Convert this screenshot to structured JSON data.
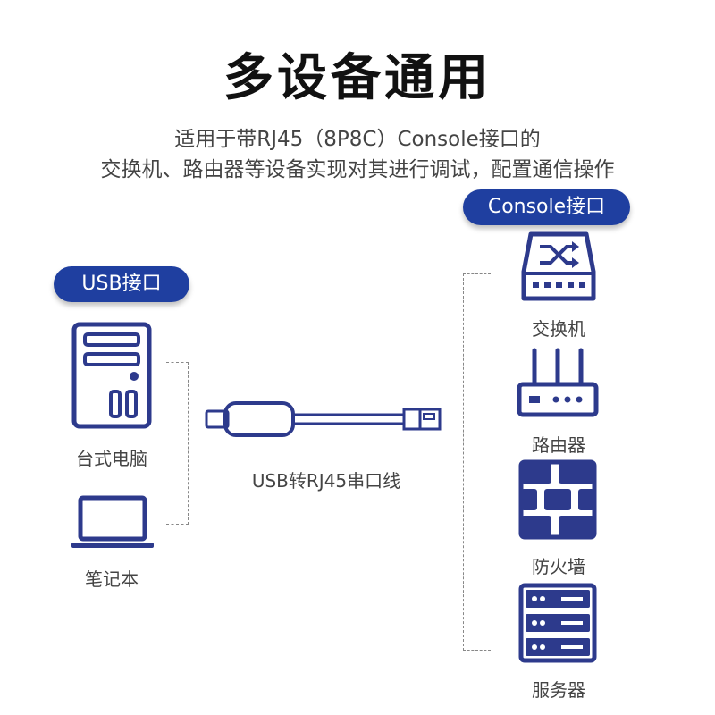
{
  "title": "多设备通用",
  "subtitle_line1": "适用于带RJ45（8P8C）Console接口的",
  "subtitle_line2": "交换机、路由器等设备实现对其进行调试，配置通信操作",
  "left": {
    "port_label": "USB接口",
    "devices": [
      {
        "label": "台式电脑",
        "icon": "desktop-tower-icon"
      },
      {
        "label": "笔记本",
        "icon": "laptop-icon"
      }
    ]
  },
  "cable": {
    "label": "USB转RJ45串口线",
    "icon": "usb-rj45-cable-icon"
  },
  "right": {
    "port_label": "Console接口",
    "devices": [
      {
        "label": "交换机",
        "icon": "switch-icon"
      },
      {
        "label": "路由器",
        "icon": "router-icon"
      },
      {
        "label": "防火墙",
        "icon": "firewall-icon"
      },
      {
        "label": "服务器",
        "icon": "server-icon"
      }
    ]
  },
  "colors": {
    "accent": "#1f3fa0",
    "icon": "#2d3a8c"
  }
}
